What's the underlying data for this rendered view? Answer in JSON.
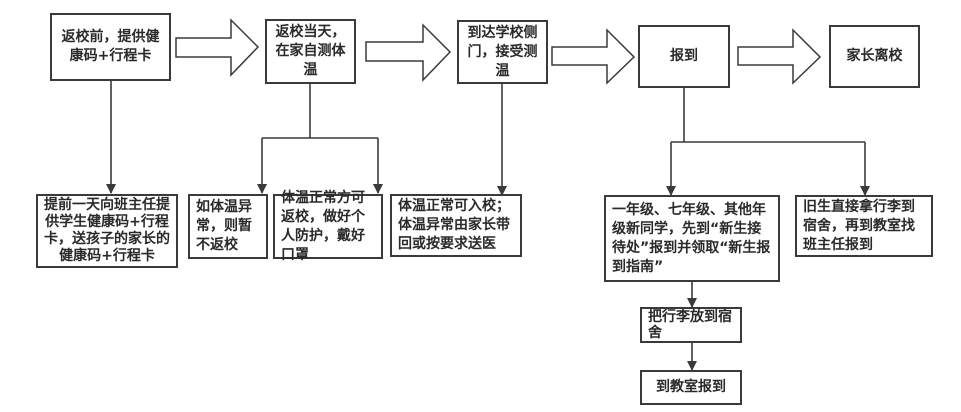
{
  "colors": {
    "stroke": "#3a3a3a",
    "text": "#2a2a2a",
    "background": "#ffffff"
  },
  "steps": [
    {
      "text": "返校前，提供健康码+行程卡"
    },
    {
      "text": "返校当天，在家自测体温"
    },
    {
      "text": "到达学校侧门，接受测温"
    },
    {
      "text": "报到"
    },
    {
      "text": "家长离校"
    }
  ],
  "notes": {
    "prepare": "提前一天向班主任提供学生健康码+行程卡，送孩子的家长的健康码+行程卡",
    "abnormal_home": "如体温异常，则暂不返校",
    "normal_home": "体温正常方可返校，做好个人防护，戴好口罩",
    "gate_check": "体温正常可入校；体温异常由家长带回或按要求送医",
    "new_students": "一年级、七年级、其他年级新同学，先到“新生接待处”报到并领取“新生报到指南”",
    "old_students": "旧生直接拿行李到宿舍，再到教室找班主任报到",
    "luggage": "把行李放到宿舍",
    "classroom": "到教室报到"
  }
}
